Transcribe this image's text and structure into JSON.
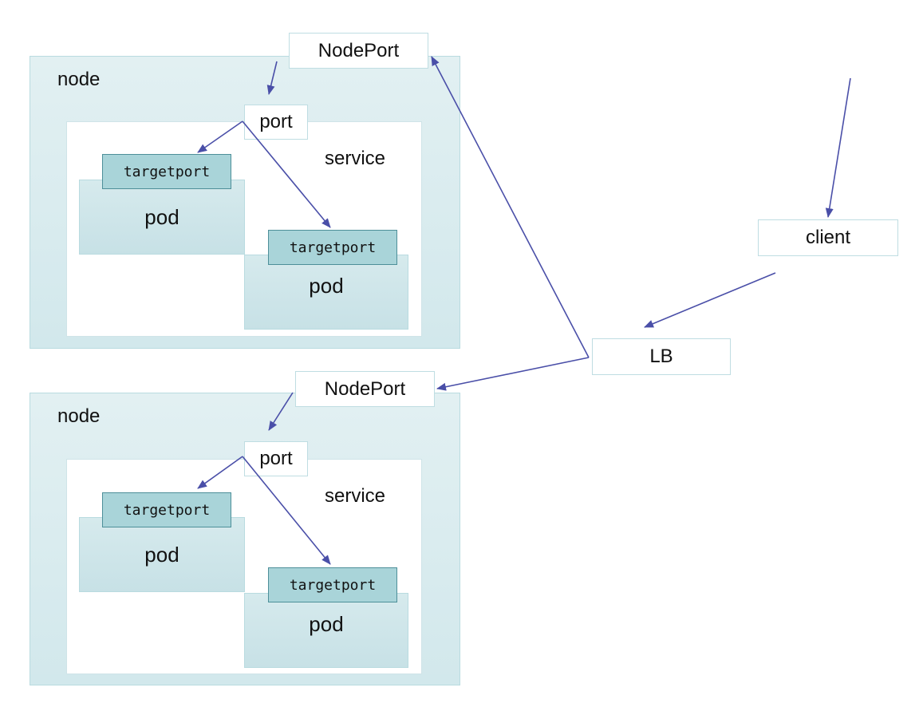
{
  "colors": {
    "node_fill": "#dcecef",
    "node_border": "#b9dbe0",
    "targetport_fill": "#a9d4d9",
    "targetport_border": "#4d8f99",
    "arrow": "#4a4fa8"
  },
  "labels": {
    "node": "node",
    "service": "service",
    "port": "port",
    "pod": "pod",
    "targetport": "targetport",
    "nodeport": "NodePort",
    "client": "client",
    "lb": "LB"
  }
}
